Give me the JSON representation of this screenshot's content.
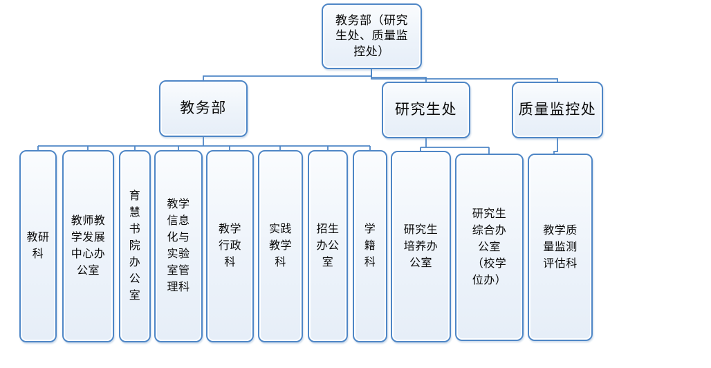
{
  "colors": {
    "node_border": "#4e86c6",
    "node_fill": "#edf3fa",
    "connector": "#4e86c6",
    "text": "#0a0a0a"
  },
  "nodes": {
    "root": {
      "label": "教务部（研究\n生处、质量监\n控处）"
    },
    "dept": {
      "label": "教务部"
    },
    "grad": {
      "label": "研究生处"
    },
    "quality": {
      "label": "质量监控处"
    },
    "c1": {
      "label": "教研\n科"
    },
    "c2": {
      "label": "教师教\n学发展\n中心办\n公室"
    },
    "c3": {
      "label": "育\n慧\n书\n院\n办\n公\n室"
    },
    "c4": {
      "label": "教学\n信息\n化与\n实验\n室管\n理科"
    },
    "c5": {
      "label": "教学\n行政\n科"
    },
    "c6": {
      "label": "实践\n教学\n科"
    },
    "c7": {
      "label": "招生\n办公\n室"
    },
    "c8": {
      "label": "学\n籍\n科"
    },
    "c9": {
      "label": "研究生\n培养办\n公室"
    },
    "c10": {
      "label": "研究生\n综合办\n公室\n（校学\n位办）"
    },
    "c11": {
      "label": "教学质\n量监测\n评估科"
    }
  },
  "hierarchy": {
    "root": "教务部（研究生处、质量监控处）",
    "branches": [
      {
        "parent": "教务部",
        "children": [
          "教研科",
          "教师教学发展中心办公室",
          "育慧书院办公室",
          "教学信息化与实验室管理科",
          "教学行政科",
          "实践教学科",
          "招生办公室",
          "学籍科"
        ]
      },
      {
        "parent": "研究生处",
        "children": [
          "研究生培养办公室",
          "研究生综合办公室（校学位办）"
        ]
      },
      {
        "parent": "质量监控处",
        "children": [
          "教学质量监测评估科"
        ]
      }
    ]
  }
}
